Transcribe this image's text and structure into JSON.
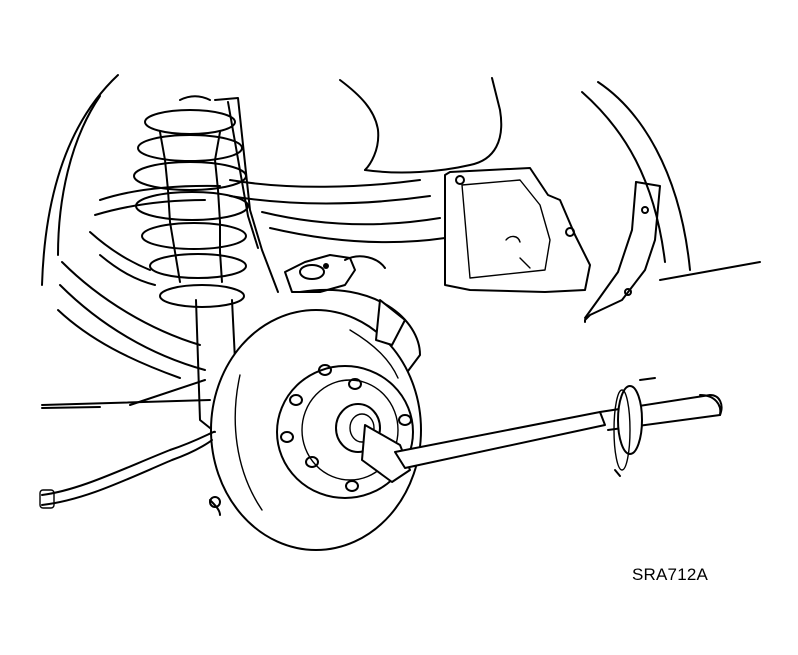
{
  "figure": {
    "code": "SRA712A",
    "components": {
      "coil_spring": "coil-spring",
      "strut": "strut",
      "disc_rotor": "disc-rotor",
      "wheel_hub": "wheel-hub",
      "wheel_studs": "wheel-studs",
      "brake_caliper": "brake-caliper",
      "drive_shaft_end": "drive-shaft-end",
      "slide_hammer_tool": "slide-hammer-tool",
      "splash_shield": "splash-shield",
      "wheel_arch": "wheel-arch",
      "brake_hose": "brake-hose"
    }
  }
}
